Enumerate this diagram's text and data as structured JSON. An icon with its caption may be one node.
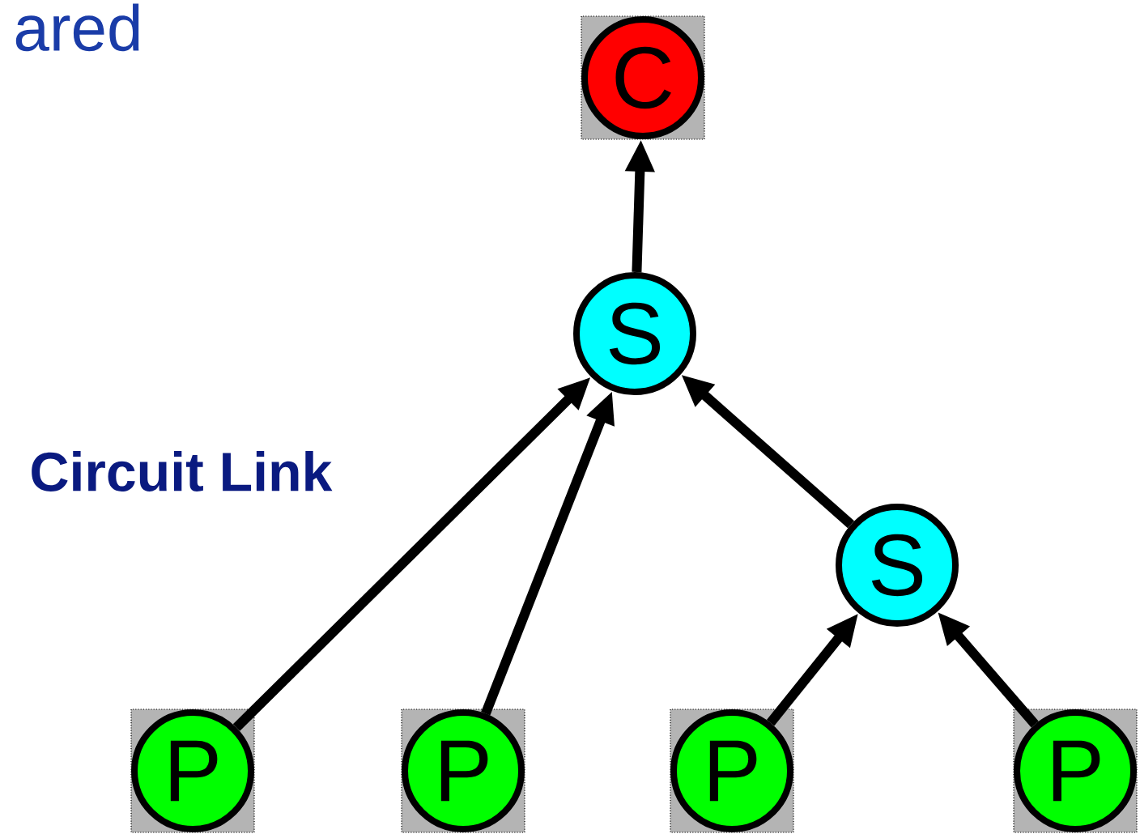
{
  "diagram": {
    "title": "ared",
    "nodes": [
      {
        "text": [
          "C"
        ]
      },
      {
        "text": [
          "S"
        ]
      },
      {
        "text": [
          "S"
        ]
      },
      {
        "text": [
          "P"
        ]
      },
      {
        "text": [
          "P"
        ]
      },
      {
        "text": [
          "P"
        ]
      },
      {
        "text": [
          "P"
        ]
      }
    ],
    "edges": [
      {
        "from": 1,
        "to": 0,
        "arrow": "to"
      },
      {
        "from": 3,
        "to": 1,
        "arrow": "to"
      },
      {
        "from": 4,
        "to": 1,
        "arrow": "to"
      },
      {
        "from": 2,
        "to": 1,
        "arrow": "to"
      },
      {
        "from": 5,
        "to": 2,
        "arrow": "to"
      },
      {
        "from": 6,
        "to": 2,
        "arrow": "to"
      }
    ],
    "labels": [
      "Circuit Link"
    ]
  }
}
